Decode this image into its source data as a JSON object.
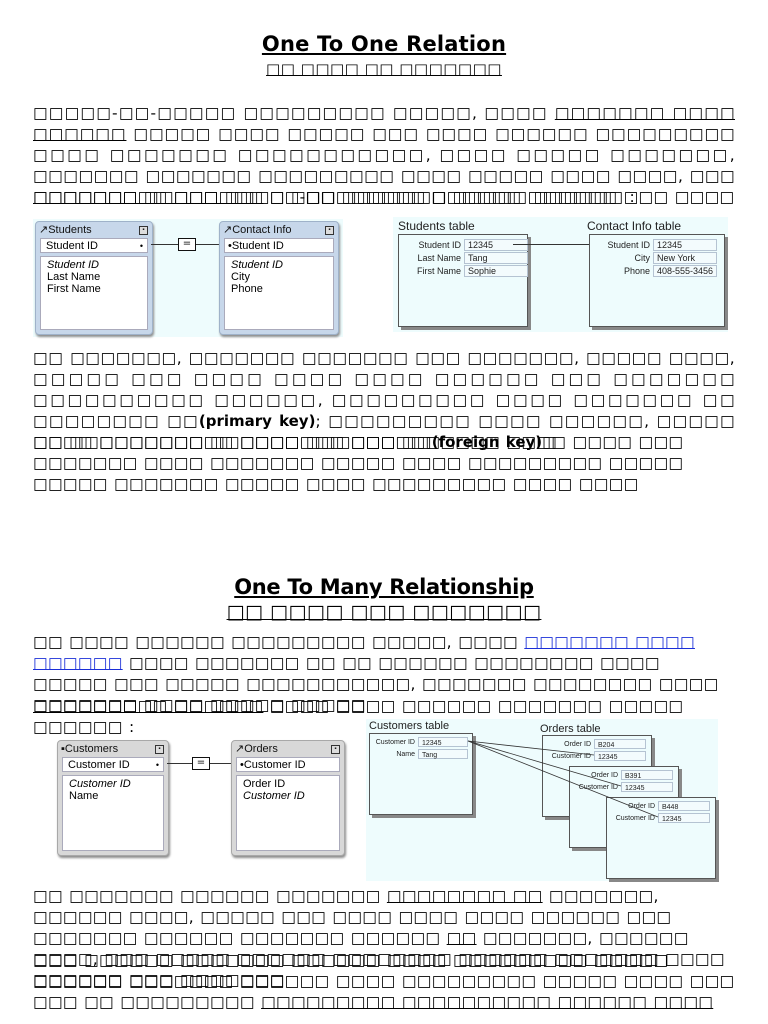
{
  "section1": {
    "title": "One To One Relation",
    "subtitle": "□□ □□□□ □□ □□□□□□□",
    "para1": {
      "pre": "□□□□□-□□-□□□□□ □□□□□□□□□ □□□□□, □□□□ ",
      "underlined": "□□□□□□□ □□□□ □□□□□□",
      "post": " □□□□□ □□□□ □□□□□ □□□ □□□□ □□□□□□ □□□□□□□□□ □□□□ □□□□□□□ □□□□□□□□□□□, □□□□ □□□□□ □□□□□□□, □□□□□□□ □□□□□□□ □□□□□□□□□ □□□□ □□□□□ □□□□ □□□□, □□□ □□□□□□□ □□□□□ □□□□ □□□□□□□□□ □□□□□□ □□□□□□ □□□ □□□□"
    },
    "para2": {
      "underlined": "□□□□□□□□□ □□□□□□",
      "post": " □□-□□ □□□□□□□ □□□□□ □□□□□□ :"
    },
    "diagram_left": {
      "tables": [
        {
          "name": "Students",
          "key": "Student ID",
          "fields": [
            {
              "label": "Student ID",
              "italic": true
            },
            {
              "label": "Last Name",
              "italic": false
            },
            {
              "label": "First Name",
              "italic": false
            }
          ]
        },
        {
          "name": "Contact Info",
          "key": "Student ID",
          "fields": [
            {
              "label": "Student ID",
              "italic": true
            },
            {
              "label": "City",
              "italic": false
            },
            {
              "label": "Phone",
              "italic": false
            }
          ]
        }
      ],
      "relation_symbol": "="
    },
    "diagram_right": {
      "left_title": "Students table",
      "right_title": "Contact Info table",
      "left_rows": [
        {
          "label": "Student ID",
          "value": "12345"
        },
        {
          "label": "Last Name",
          "value": "Tang"
        },
        {
          "label": "First Name",
          "value": "Sophie"
        }
      ],
      "right_rows": [
        {
          "label": "Student ID",
          "value": "12345"
        },
        {
          "label": "City",
          "value": "New York"
        },
        {
          "label": "Phone",
          "value": "408-555-3456"
        }
      ]
    },
    "para3": {
      "line1": "□□ □□□□□□□, □□□□□□□ □□□□□□□ □□□ □□□□□□□, □□□□□ □□□□, □□□□□ □□□ □□□□ □□□□ □□□□ □□□□□□ □□□ □□□□□□□ □□□□□□□□□□ □□□□□□, □□□□□□□□□ □□□□ □□□□□□□ □□ □□□□□□□□ □□",
      "primary": "(primary key)",
      "mid": "; □□□□□□□□□ □□□□ □□□□□□, □□□□□ □□□□ □□□□□□□□□ □□□□ □□□□□□ □□",
      "foreign": "(foreign key)",
      "end": "□"
    },
    "para4": "□□ □□□□□□□□□ □□□□□□□□□ □□□□□□□□□□ □□□□ □□□□ □□□ □□□□□□□ □□□□ □□□□□□□ □□□□□ □□□□ □□□□□□□□□ □□□□□ □□□□□ □□□□□□□ □□□□□ □□□□ □□□□□□□□□ □□□□ □□□□"
  },
  "section2": {
    "title": "One To Many Relationship",
    "subtitle": "□□ □□□□ □□□ □□□□□□□",
    "para1": {
      "pre": "□□ □□□□ □□□□□□ □□□□□□□□□ □□□□□, □□□□ ",
      "link": "□□□□□□□ □□□□ □□□□□□",
      "post": " □□□□ □□□□□□□ □□ □□ □□□□□□ □□□□□□□□ □□□□ □□□□□ □□□ □□□□□ □□□□□□□□□□□, □□□□□□□ □□□□□□□□ □□□□ □□□□□□□ □□□□ □□□□□ □□□□□"
    },
    "para2": {
      "underlined": "□□□□□□□□□ □□□□□□",
      "post": " □□□□ □□□□ □□□□□□ □□□□□□□ □□□□□ □□□□□□ :"
    },
    "diagram_left": {
      "tables": [
        {
          "name": "Customers",
          "key": "Customer ID",
          "fields": [
            {
              "label": "Customer ID",
              "italic": true
            },
            {
              "label": "Name",
              "italic": false
            }
          ]
        },
        {
          "name": "Orders",
          "key": "Customer ID",
          "fields": [
            {
              "label": "Order ID",
              "italic": false
            },
            {
              "label": "Customer ID",
              "italic": true
            }
          ]
        }
      ],
      "relation_symbol": "="
    },
    "diagram_right": {
      "left_title": "Customers table",
      "right_title": "Orders table",
      "customer_rows": [
        {
          "label": "Customer ID",
          "value": "12345"
        },
        {
          "label": "Name",
          "value": "Tang"
        }
      ],
      "orders": [
        [
          {
            "label": "Order ID",
            "value": "B204"
          },
          {
            "label": "Customer ID",
            "value": "12345"
          }
        ],
        [
          {
            "label": "Order ID",
            "value": "B391"
          },
          {
            "label": "Customer ID",
            "value": "12345"
          }
        ],
        [
          {
            "label": "Order ID",
            "value": "B448"
          },
          {
            "label": "Customer ID",
            "value": "12345"
          }
        ]
      ]
    },
    "para3": {
      "pre": "□□ □□□□□□□ □□□□□□ □□□□□□□ ",
      "u1": "□□□□□□□□ □□",
      "mid1": " □□□□□□□, □□□□□□ □□□□, □□□□□ □□□ □□□□ □□□□ □□□□ □□□□□□ □□□ □□□□□□□ □□□□□□ □□□□□□□ □□□□□□ ",
      "u2": "□□",
      "post": " □□□□□□□, □□□□□□ □□□□, □□□ □□□□□ □□□□□□ □□□□□□□□ □□□□□□ □□□□□□□ □□□□ □□□□□□ □□□ □□□□□□□"
    },
    "para4": {
      "pre": "□□□ □□□□□□ □□□□□□□ □□□□□□ □□□□ □□□□□□□□□ □□□□□ □□□□□□ □□□□□□□ □□□□□□ □□□□ □□□□□□□□□ □□□□□ □□□□ □□□ □□□ □□ □□□□□□□□□ ",
      "underlined": "□□□□□□□□□ □□□□□□□□□□ □□□□□□ □□□□"
    }
  }
}
